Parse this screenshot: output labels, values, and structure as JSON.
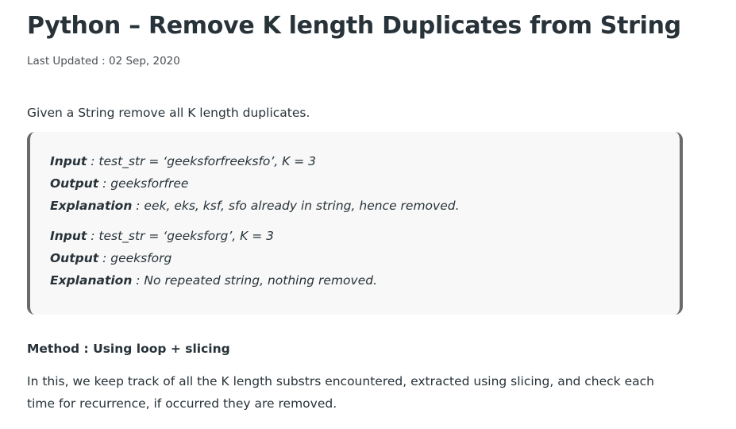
{
  "article": {
    "title": "Python – Remove K length Duplicates from String",
    "last_updated": "Last Updated : 02 Sep, 2020",
    "intro": "Given a String remove all K length duplicates.",
    "examples": [
      {
        "input_label": "Input",
        "input_value": " : test_str = ‘geeksforfreeksfo’, K = 3",
        "output_label": "Output",
        "output_value": " : geeksforfree",
        "explanation_label": "Explanation",
        "explanation_value": " : eek, eks, ksf, sfo already in string, hence removed."
      },
      {
        "input_label": "Input",
        "input_value": " : test_str = ‘geeksforg’, K = 3",
        "output_label": "Output",
        "output_value": " : geeksforg",
        "explanation_label": "Explanation",
        "explanation_value": " : No repeated string, nothing removed."
      }
    ],
    "method_heading": "Method : Using loop + slicing",
    "method_paragraph": "In this, we keep track of all the K length substrs encountered, extracted using slicing, and check each time for recurrence, if occurred they are removed."
  }
}
